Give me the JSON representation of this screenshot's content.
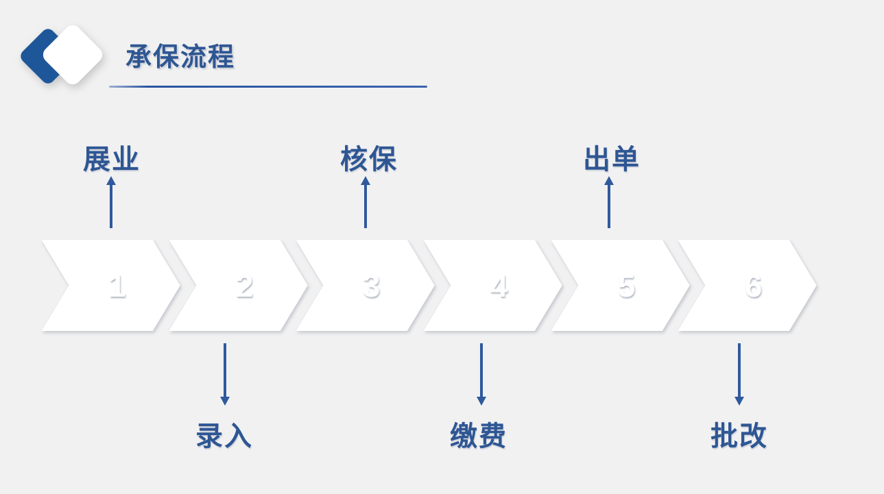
{
  "slide": {
    "title": "承保流程",
    "steps": [
      {
        "number": "1",
        "label": "展业",
        "label_position": "top"
      },
      {
        "number": "2",
        "label": "录入",
        "label_position": "bottom"
      },
      {
        "number": "3",
        "label": "核保",
        "label_position": "top"
      },
      {
        "number": "4",
        "label": "缴费",
        "label_position": "bottom"
      },
      {
        "number": "5",
        "label": "出单",
        "label_position": "top"
      },
      {
        "number": "6",
        "label": "批改",
        "label_position": "bottom"
      }
    ],
    "colors": {
      "background": "#F1F1F2",
      "chevron_fill": "#2E5694",
      "chevron_outline": "#FFFFFF",
      "number_text": "#FFFFFF",
      "title_text": "#2E5693",
      "label_text": "#2E5693",
      "arrow": "#30599D",
      "diamond_blue": "#1E5799",
      "diamond_white": "#FFFFFF"
    }
  }
}
